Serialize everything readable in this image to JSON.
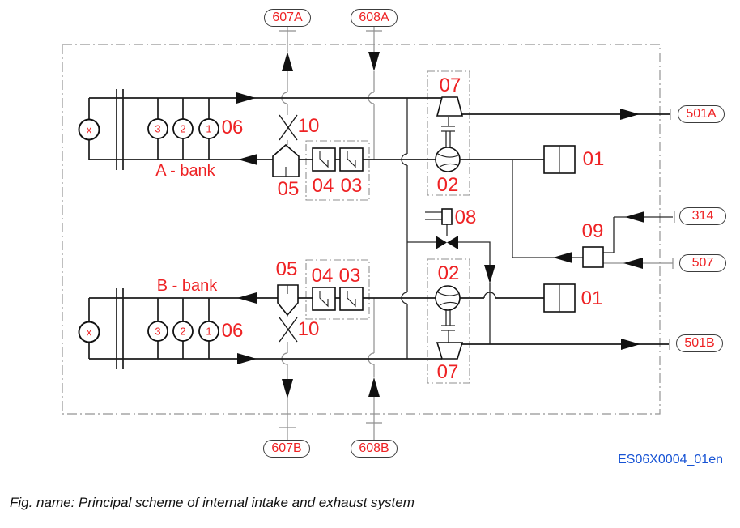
{
  "ports": {
    "top_exhaust_a": "607A",
    "top_intake_a": "608A",
    "right_outlet_a": "501A",
    "right_314": "314",
    "right_507": "507",
    "right_outlet_b": "501B",
    "bottom_exhaust_b": "607B",
    "bottom_intake_b": "608B"
  },
  "banks": {
    "a_label": "A - bank",
    "b_label": "B - bank"
  },
  "components": {
    "a06": "06",
    "a10": "10",
    "a05": "05",
    "a04": "04",
    "a03": "03",
    "a07": "07",
    "a02": "02",
    "a01": "01",
    "b06": "06",
    "b10": "10",
    "b05": "05",
    "b04": "04",
    "b03": "03",
    "b07": "07",
    "b02": "02",
    "b01": "01",
    "v08": "08",
    "v09": "09"
  },
  "sensors": {
    "ax": "x",
    "a1": "1",
    "a2": "2",
    "a3": "3",
    "bx": "x",
    "b1": "1",
    "b2": "2",
    "b3": "3"
  },
  "footer": {
    "code": "ES06X0004_01en",
    "caption": "Fig. name: Principal scheme of internal intake and exhaust system"
  },
  "colors": {
    "label_red": "#ee2224",
    "code_blue": "#1753d4",
    "line_dark": "#1c1c1c",
    "line_gray": "#8f8f8f"
  }
}
